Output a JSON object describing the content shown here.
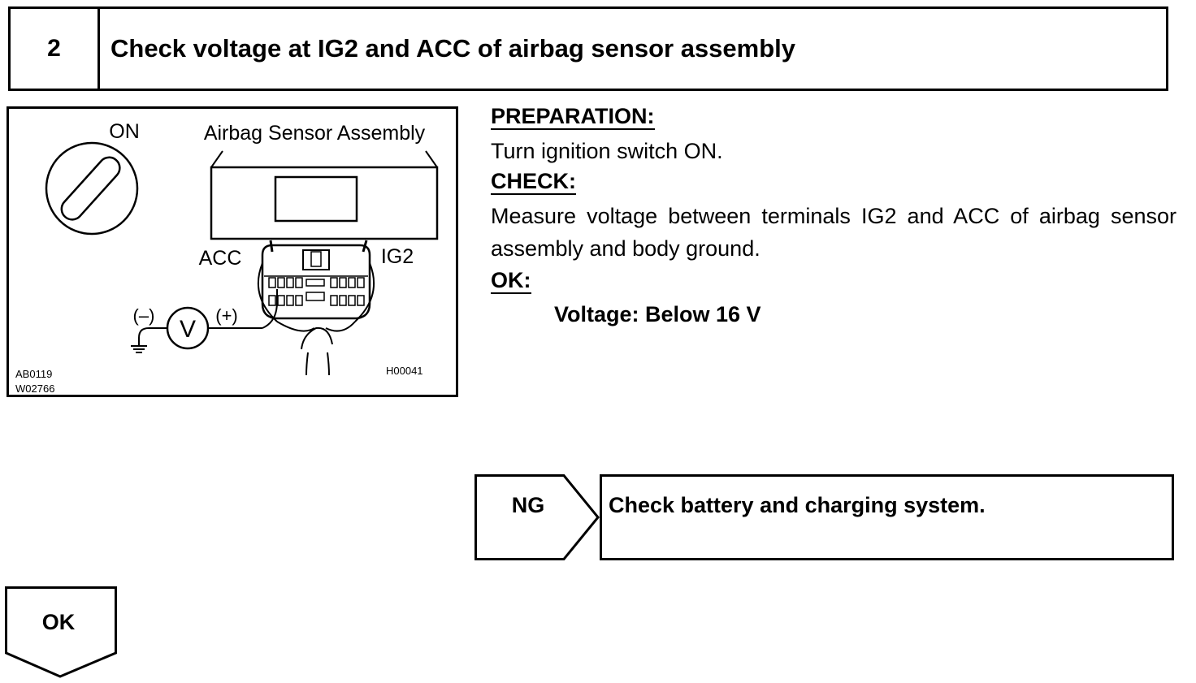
{
  "step": {
    "number": "2",
    "title": "Check voltage at IG2 and ACC of airbag sensor assembly"
  },
  "figure": {
    "labels": {
      "ignition_on": "ON",
      "sensor_assembly": "Airbag Sensor Assembly",
      "acc": "ACC",
      "ig2": "IG2",
      "negative": "(–)",
      "positive": "(+)",
      "voltmeter": "V",
      "code_left_1": "AB0119",
      "code_left_2": "W02766",
      "code_right": "H00041"
    }
  },
  "instructions": {
    "preparation_heading": "PREPARATION:",
    "preparation_text": "Turn ignition switch ON.",
    "check_heading": "CHECK:",
    "check_text": "Measure voltage between terminals IG2 and ACC of airbag sensor assembly and body ground.",
    "ok_heading": "OK:",
    "ok_value": "Voltage: Below 16 V"
  },
  "flow": {
    "ng_label": "NG",
    "ng_action": "Check battery and charging system.",
    "ok_label": "OK"
  }
}
